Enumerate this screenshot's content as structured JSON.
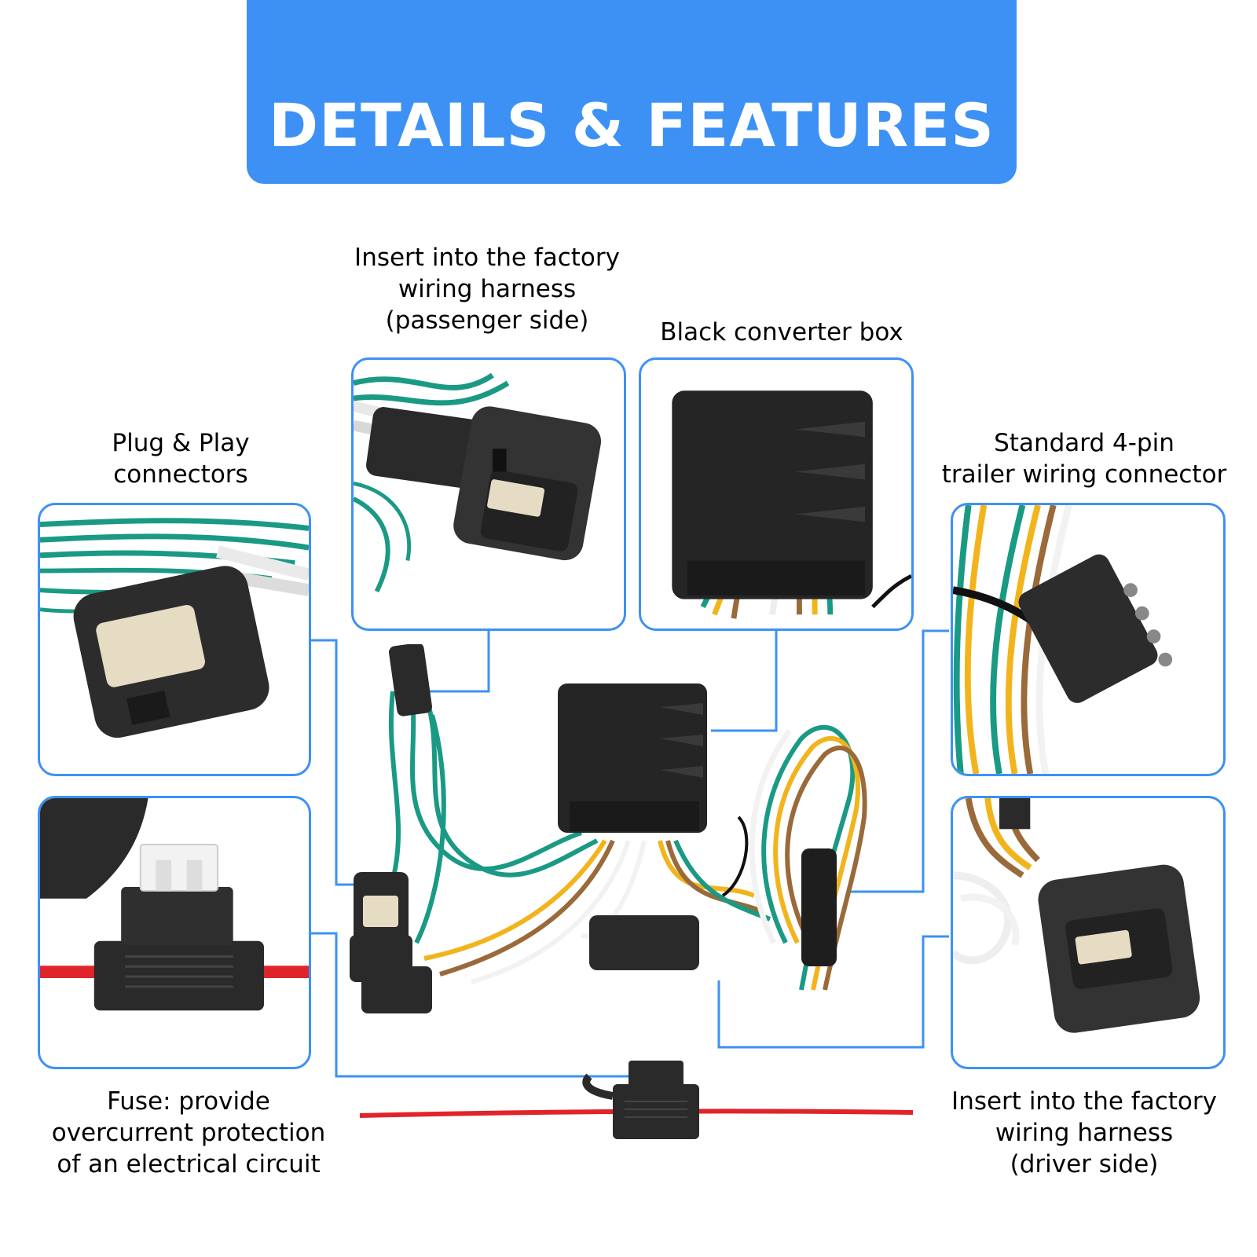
{
  "banner": {
    "title": "DETAILS & FEATURES"
  },
  "labels": {
    "passenger": [
      "Insert into the factory",
      "wiring harness",
      "(passenger side)"
    ],
    "converter": [
      "Black converter box"
    ],
    "plug": [
      "Plug & Play",
      "connectors"
    ],
    "standard": [
      "Standard 4-pin",
      "trailer wiring connector"
    ],
    "fuse": [
      "Fuse: provide",
      "overcurrent protection",
      "of an electrical circuit"
    ],
    "driver": [
      "Insert into the factory",
      "wiring harness",
      "(driver side)"
    ]
  },
  "colors": {
    "accent": "#3d91f5",
    "wire_green": "#1a9a84",
    "wire_yellow": "#f2b41c",
    "wire_brown": "#9a6a3a",
    "wire_white": "#f2f2f2",
    "fuse_wire": "#e0242a",
    "plastic": "#2a2a2a"
  },
  "icons": [
    "converter-box-icon",
    "connector-icon",
    "fuse-icon",
    "four-pin-plug-icon"
  ]
}
